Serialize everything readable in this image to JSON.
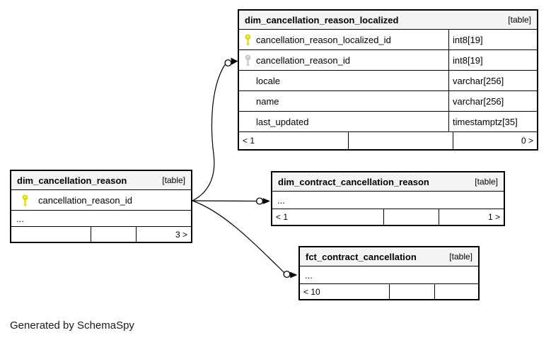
{
  "diagram": {
    "generator_note": "Generated by SchemaSpy"
  },
  "colors": {
    "background": "#ffffff",
    "header_bg": "#f4f4f4",
    "border": "#000000",
    "pk_key": "#dcdc00",
    "pk_key_stroke": "#b4b400",
    "fk_key": "#c8c8c8",
    "fk_key_stroke": "#a0a0a0"
  },
  "tables": [
    {
      "name": "dim_cancellation_reason_localized",
      "badge": "[table]",
      "columns": [
        {
          "name": "cancellation_reason_localized_id",
          "type": "int8[19]",
          "key": "primary"
        },
        {
          "name": "cancellation_reason_id",
          "type": "int8[19]",
          "key": "foreign"
        },
        {
          "name": "locale",
          "type": "varchar[256]",
          "key": ""
        },
        {
          "name": "name",
          "type": "varchar[256]",
          "key": ""
        },
        {
          "name": "last_updated",
          "type": "timestamptz[35]",
          "key": ""
        }
      ],
      "footer": [
        "< 1",
        "",
        "0 >"
      ]
    },
    {
      "name": "dim_cancellation_reason",
      "badge": "[table]",
      "columns": [
        {
          "name": "cancellation_reason_id",
          "type": "",
          "key": "primary"
        },
        {
          "name": "...",
          "type": "",
          "key": ""
        }
      ],
      "footer": [
        "",
        "",
        "3 >"
      ]
    },
    {
      "name": "dim_contract_cancellation_reason",
      "badge": "[table]",
      "columns": [
        {
          "name": "...",
          "type": "",
          "key": ""
        }
      ],
      "footer": [
        "< 1",
        "",
        "1 >"
      ]
    },
    {
      "name": "fct_contract_cancellation",
      "badge": "[table]",
      "columns": [
        {
          "name": "...",
          "type": "",
          "key": ""
        }
      ],
      "footer": [
        "< 10",
        "",
        ""
      ]
    }
  ],
  "relationships": [
    {
      "from": "dim_cancellation_reason.cancellation_reason_id",
      "to": "dim_cancellation_reason_localized.cancellation_reason_id"
    },
    {
      "from": "dim_cancellation_reason.cancellation_reason_id",
      "to": "dim_contract_cancellation_reason"
    },
    {
      "from": "dim_cancellation_reason.cancellation_reason_id",
      "to": "fct_contract_cancellation"
    }
  ]
}
